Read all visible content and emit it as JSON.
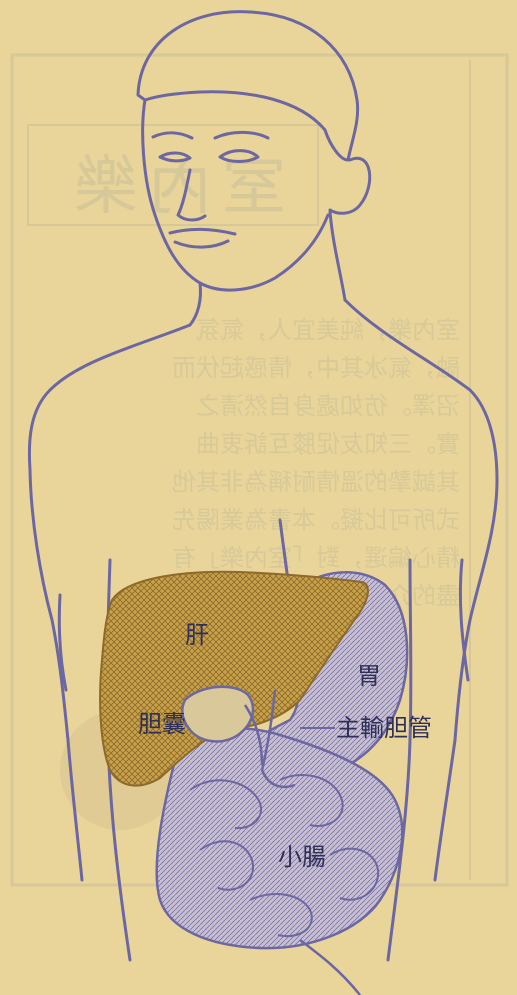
{
  "colors": {
    "paper": "#e9d49a",
    "print_through": "#c7bf97",
    "outline": "#6c67a3",
    "liver_fill": "#c8a24a",
    "intestine_fill": "#b9b2c4",
    "label_text": "#2f2f57"
  },
  "background_print_through": {
    "heading": "室內樂",
    "lines": [
      "室內樂，純美宜人，氣氛",
      "融，氣冰其中，情感起伏而",
      "沼澤。彷如處身自然清之",
      "實。三知友促膝互訴衷曲",
      "其誠摯的溫情耐稱為非其他",
      "式所可比擬。本書為業陽先",
      "精心編選，對「室內樂」有",
      "盡的介紹，更為音樂愛好者"
    ]
  },
  "labels": {
    "liver": "肝",
    "stomach": "胃",
    "gallbladder": "胆囊",
    "common_bile_duct": "主輸胆管",
    "small_intestine": "小腸"
  },
  "icons": {
    "figure": "human-torso-icon"
  }
}
